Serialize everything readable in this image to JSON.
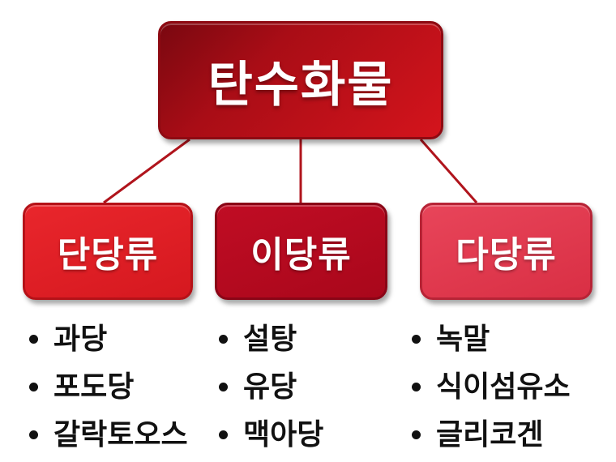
{
  "root": {
    "label": "탄수화물"
  },
  "categories": [
    {
      "label": "단당류",
      "items": [
        "과당",
        "포도당",
        "갈락토오스"
      ]
    },
    {
      "label": "이당류",
      "items": [
        "설탕",
        "유당",
        "맥아당"
      ]
    },
    {
      "label": "다당류",
      "items": [
        "녹말",
        "식이섬유소",
        "글리코겐"
      ]
    }
  ],
  "colors": {
    "root": "#b80f18",
    "monosaccharide": "#e0202a",
    "disaccharide": "#b60a20",
    "polysaccharide": "#e03a4f",
    "connector": "#b0141c"
  }
}
